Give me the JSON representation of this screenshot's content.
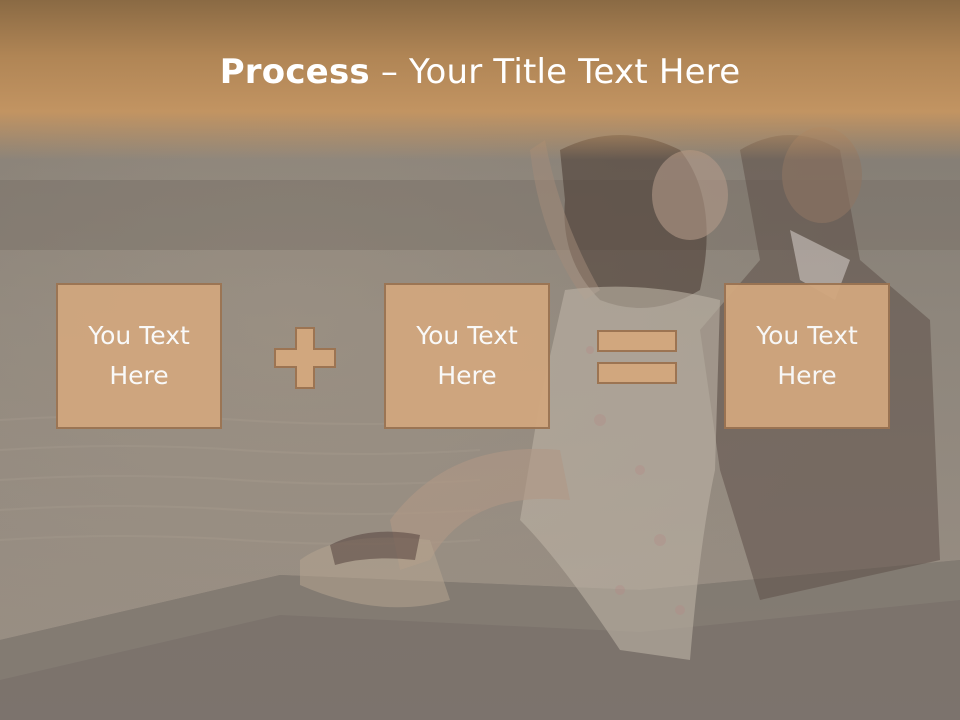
{
  "title": {
    "bold": "Process",
    "rest": " – Your Title Text Here"
  },
  "boxes": [
    {
      "line1": "You Text",
      "line2": "Here"
    },
    {
      "line1": "You Text",
      "line2": "Here"
    },
    {
      "line1": "You Text",
      "line2": "Here"
    }
  ],
  "operators": [
    "plus-icon",
    "equals-icon"
  ],
  "colors": {
    "box_fill": "#d1a77e",
    "box_border": "#9c7452",
    "title_band": "#c29462",
    "text": "#ffffff"
  }
}
